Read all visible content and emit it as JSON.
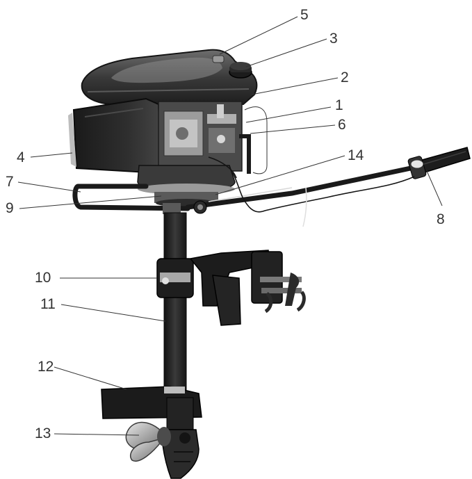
{
  "callouts": [
    {
      "id": "5",
      "label": "5"
    },
    {
      "id": "3",
      "label": "3"
    },
    {
      "id": "2",
      "label": "2"
    },
    {
      "id": "1",
      "label": "1"
    },
    {
      "id": "6",
      "label": "6"
    },
    {
      "id": "4",
      "label": "4"
    },
    {
      "id": "14",
      "label": "14"
    },
    {
      "id": "7",
      "label": "7"
    },
    {
      "id": "9",
      "label": "9"
    },
    {
      "id": "8",
      "label": "8"
    },
    {
      "id": "10",
      "label": "10"
    },
    {
      "id": "11",
      "label": "11"
    },
    {
      "id": "12",
      "label": "12"
    },
    {
      "id": "13",
      "label": "13"
    }
  ],
  "colors": {
    "background": "#ffffff",
    "engine_dark": "#2b2b2b",
    "engine_mid": "#555555",
    "engine_light": "#8a8a8a",
    "metal": "#b8b8b8",
    "label_text": "#333333"
  }
}
